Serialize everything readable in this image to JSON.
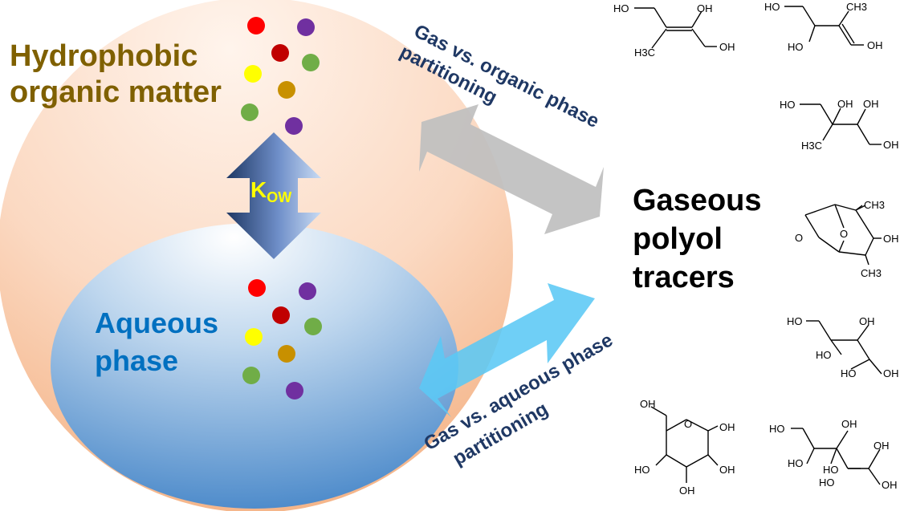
{
  "labels": {
    "organic_line1": "Hydrophobic",
    "organic_line2": "organic matter",
    "aqueous_line1": "Aqueous",
    "aqueous_line2": "phase",
    "gas_line1": "Gaseous",
    "gas_line2": "polyol",
    "gas_line3": "tracers",
    "kow_main": "K",
    "kow_sub": "OW",
    "organic_partition_line1": "Gas vs. organic phase",
    "organic_partition_line2": "partitioning",
    "aqueous_partition_line1": "Gas vs. aqueous phase",
    "aqueous_partition_line2": "partitioning"
  },
  "molecule_labels": {
    "ho": "HO",
    "oh": "OH",
    "ch3": "CH3",
    "h3c": "H3C",
    "o": "O"
  },
  "colors": {
    "organic_text": "#7F6000",
    "aqueous_text": "#0070C0",
    "partition_text": "#1F3864",
    "kow_text": "#FFFF00",
    "organic_arrow": "#BFBFBF",
    "aqueous_arrow": "#5BC8F5",
    "dot_red": "#FF0000",
    "dot_darkred": "#C00000",
    "dot_purple": "#7030A0",
    "dot_green": "#70AD47",
    "dot_yellow": "#FFFF00",
    "dot_gold": "#C89000"
  }
}
